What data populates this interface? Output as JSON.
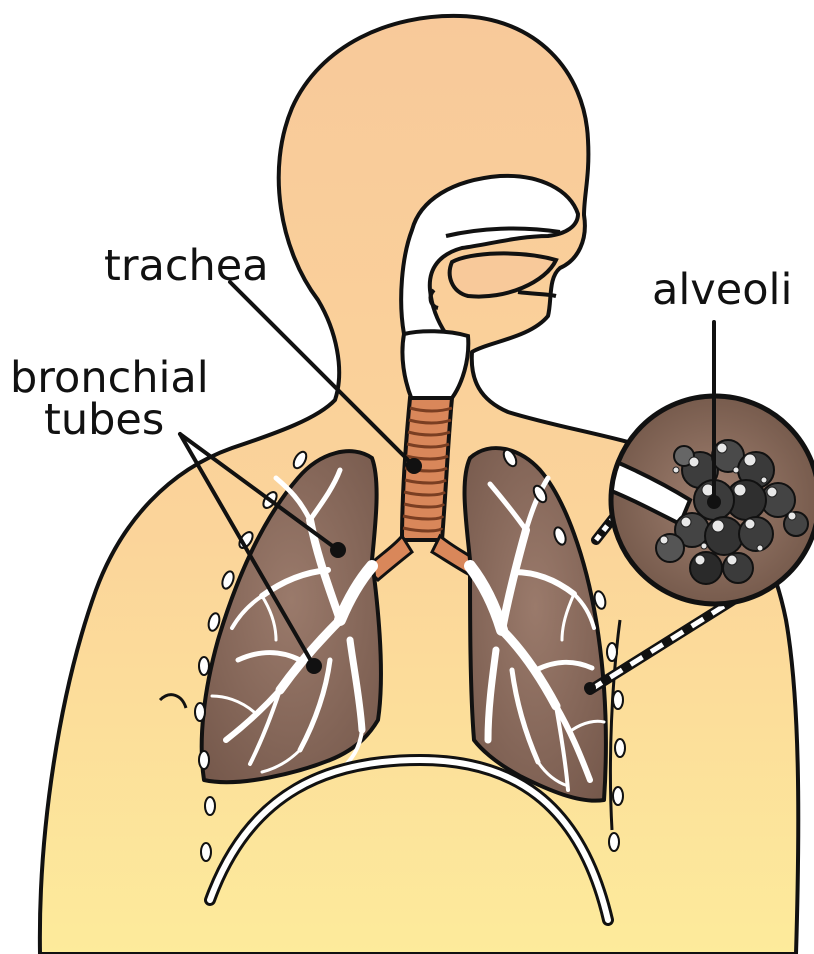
{
  "labels": {
    "trachea": "trachea",
    "bronchial_line1": "bronchial",
    "bronchial_line2": "tubes",
    "alveoli": "alveoli"
  },
  "colors": {
    "page_background": "#ffffff",
    "skin_top": "#f9cf9c",
    "skin_mid": "#fbd397",
    "skin_bottom": "#fde99a",
    "airway_white": "#ffffff",
    "trachea_rings": "#d9875a",
    "lung_fill": "#8a6a5c",
    "lung_dark": "#4b3a32",
    "outline": "#111111",
    "zoom_circle_fill": "#8d7060",
    "alveoli_cluster": "#3d3d3d",
    "diaphragm": "#ffffff"
  }
}
